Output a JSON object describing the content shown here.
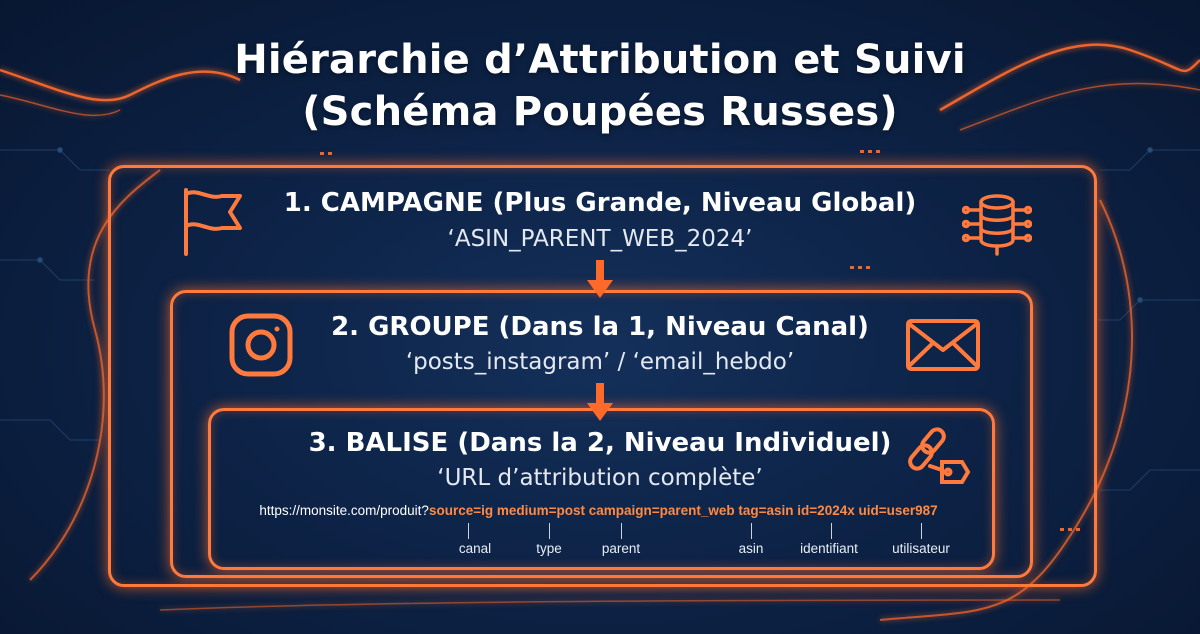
{
  "title": {
    "line1": "Hiérarchie d’Attribution et Suivi",
    "line2": "(Schéma Poupées Russes)"
  },
  "levels": [
    {
      "title": "1. CAMPAGNE (Plus Grande, Niveau Global)",
      "example": "‘ASIN_PARENT_WEB_2024’",
      "icons": [
        "flag-icon",
        "database-icon"
      ]
    },
    {
      "title": "2. GROUPE (Dans la 1, Niveau Canal)",
      "example": "‘posts_instagram’ / ‘email_hebdo’",
      "icons": [
        "instagram-icon",
        "mail-icon"
      ]
    },
    {
      "title": "3. BALISE (Dans la 2, Niveau Individuel)",
      "example": "‘URL d’attribution complète’",
      "icons": [
        "chain-link-tag-icon"
      ]
    }
  ],
  "url": {
    "base": "https://monsite.com/produit?",
    "params": "source=ig medium=post campaign=parent_web tag=asin id=2024x uid=user987"
  },
  "param_labels": [
    "canal",
    "type",
    "parent",
    "asin",
    "identifiant",
    "utilisateur"
  ],
  "colors": {
    "accent": "#ff7a3c",
    "background": "#0d2347",
    "param_text": "#ff8a44"
  }
}
